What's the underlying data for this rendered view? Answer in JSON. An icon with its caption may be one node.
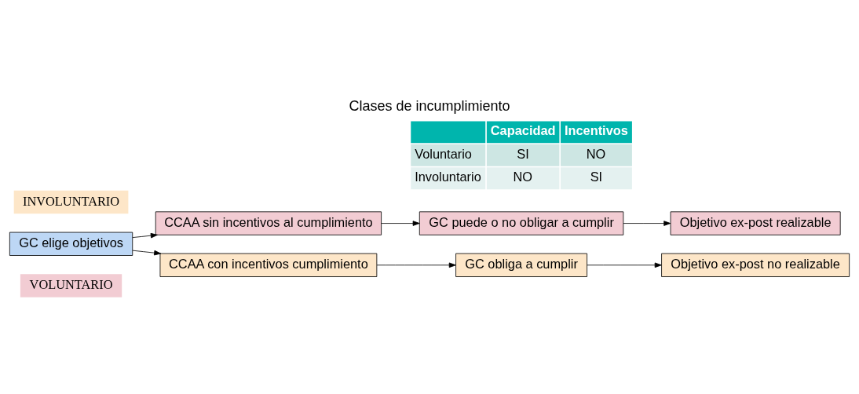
{
  "diagram": {
    "title": "Clases de incumplimiento",
    "nodes": [
      {
        "text": [
          "VOLUNTARIO"
        ]
      },
      {
        "text": [
          "CCAA sin incentivos al cumplimiento"
        ]
      },
      {
        "text": [
          "GC puede o no obligar a cumplir"
        ]
      },
      {
        "text": [
          "Objetivo ex-post realizable"
        ]
      },
      {
        "text": [
          "GC elige objetivos"
        ]
      },
      {
        "text": [
          "CCAA con incentivos cumplimiento"
        ]
      },
      {
        "text": [
          "GC obliga a cumplir"
        ]
      },
      {
        "text": [
          "Objetivo ex-post no realizable"
        ]
      },
      {
        "text": [
          "INVOLUNTARIO"
        ]
      }
    ],
    "edges": [
      {
        "from": 4,
        "to": 1,
        "arrow": "to"
      },
      {
        "from": 4,
        "to": 5,
        "arrow": "to"
      },
      {
        "from": 1,
        "to": 2,
        "arrow": "to"
      },
      {
        "from": 2,
        "to": 3,
        "arrow": "to"
      },
      {
        "from": 5,
        "to": 6,
        "arrow": "to"
      },
      {
        "from": 6,
        "to": 7,
        "arrow": "to"
      }
    ],
    "labels": [
      "Capacidad",
      "Incentivos",
      "Voluntario",
      "SI",
      "NO",
      "Involuntario",
      "NO",
      "SI"
    ]
  }
}
